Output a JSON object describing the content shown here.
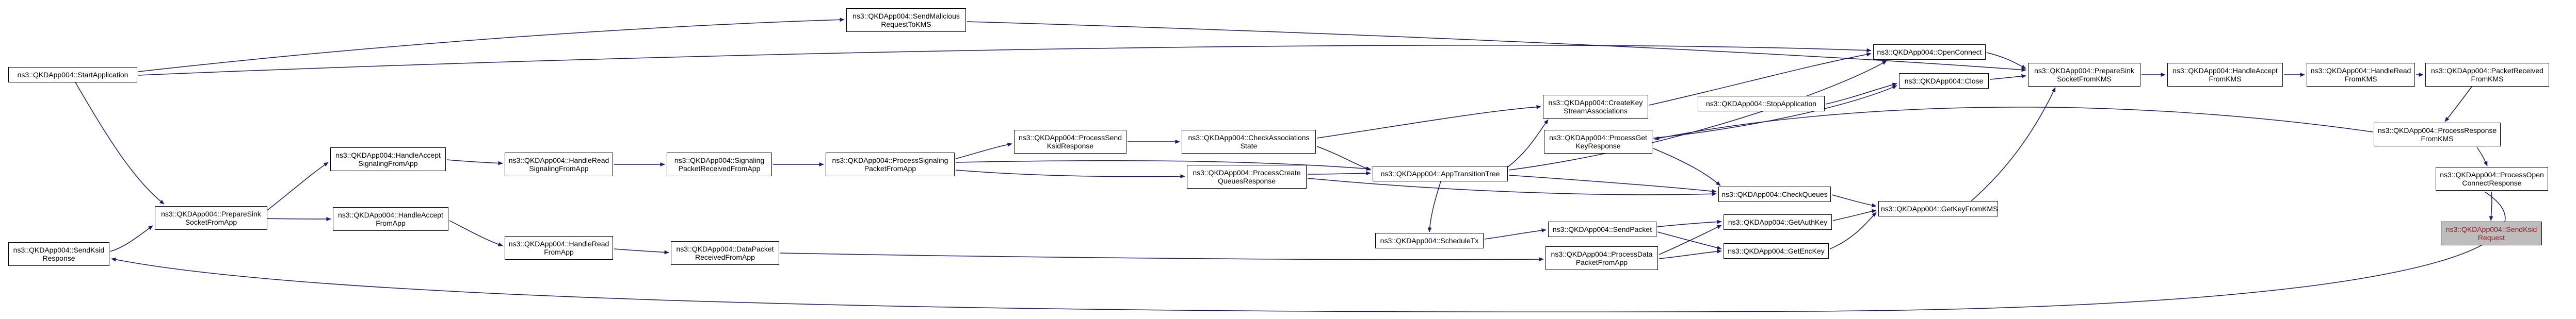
{
  "meta": {
    "graph_kind": "doxygen-caller-graph",
    "namespace": "ns3",
    "class": "QKDApp004",
    "focal_function": "ns3::QKDApp004::SendKsidRequest"
  },
  "colors": {
    "background": "#ffffff",
    "edge": "#191970",
    "node_border": "#000000",
    "node_background": "#ffffff",
    "focal_background": "#bdbdbd",
    "focal_text": "#9e1a1a"
  },
  "graph": {
    "nodes": {
      "start": {
        "label": "ns3::QKDApp004::StartApplication"
      },
      "send_ksid_response": {
        "label": "ns3::QKDApp004::SendKsid\nResponse"
      },
      "prepare_sink_socket_from_app": {
        "label": "ns3::QKDApp004::PrepareSink\nSocketFromApp"
      },
      "handle_accept_signaling_from_app": {
        "label": "ns3::QKDApp004::HandleAccept\nSignalingFromApp"
      },
      "handle_read_signaling_from_app": {
        "label": "ns3::QKDApp004::HandleRead\nSignalingFromApp"
      },
      "signaling_packet_received_from_app": {
        "label": "ns3::QKDApp004::Signaling\nPacketReceivedFromApp"
      },
      "process_signaling_packet_from_app": {
        "label": "ns3::QKDApp004::ProcessSignaling\nPacketFromApp"
      },
      "handle_accept_from_app": {
        "label": "ns3::QKDApp004::HandleAccept\nFromApp"
      },
      "handle_read_from_app": {
        "label": "ns3::QKDApp004::HandleRead\nFromApp"
      },
      "data_packet_received_from_app": {
        "label": "ns3::QKDApp004::DataPacket\nReceivedFromApp"
      },
      "process_data_packet_from_app": {
        "label": "ns3::QKDApp004::ProcessData\nPacketFromApp"
      },
      "send_malicious_request_to_kms": {
        "label": "ns3::QKDApp004::SendMalicious\nRequestToKMS"
      },
      "process_send_ksid_response": {
        "label": "ns3::QKDApp004::ProcessSend\nKsidResponse"
      },
      "check_associations_state": {
        "label": "ns3::QKDApp004::CheckAssociations\nState"
      },
      "process_create_queues_response": {
        "label": "ns3::QKDApp004::ProcessCreate\nQueuesResponse"
      },
      "app_transition_tree": {
        "label": "ns3::QKDApp004::AppTransitionTree"
      },
      "schedule_tx": {
        "label": "ns3::QKDApp004::ScheduleTx"
      },
      "create_key_stream_associations": {
        "label": "ns3::QKDApp004::CreateKey\nStreamAssociations"
      },
      "process_get_key_response": {
        "label": "ns3::QKDApp004::ProcessGet\nKeyResponse"
      },
      "send_packet": {
        "label": "ns3::QKDApp004::SendPacket"
      },
      "stop_application": {
        "label": "ns3::QKDApp004::StopApplication"
      },
      "check_queues": {
        "label": "ns3::QKDApp004::CheckQueues"
      },
      "get_auth_key": {
        "label": "ns3::QKDApp004::GetAuthKey"
      },
      "get_enc_key": {
        "label": "ns3::QKDApp004::GetEncKey"
      },
      "open_connect": {
        "label": "ns3::QKDApp004::OpenConnect"
      },
      "close": {
        "label": "ns3::QKDApp004::Close"
      },
      "get_key_from_kms": {
        "label": "ns3::QKDApp004::GetKeyFromKMS"
      },
      "prepare_sink_socket_from_kms": {
        "label": "ns3::QKDApp004::PrepareSink\nSocketFromKMS"
      },
      "handle_accept_from_kms": {
        "label": "ns3::QKDApp004::HandleAccept\nFromKMS"
      },
      "handle_read_from_kms": {
        "label": "ns3::QKDApp004::HandleRead\nFromKMS"
      },
      "packet_received_from_kms": {
        "label": "ns3::QKDApp004::PacketReceived\nFromKMS"
      },
      "process_response_from_kms": {
        "label": "ns3::QKDApp004::ProcessResponse\nFromKMS"
      },
      "process_open_connect_response": {
        "label": "ns3::QKDApp004::ProcessOpen\nConnectResponse"
      },
      "send_ksid_request": {
        "label": "ns3::QKDApp004::SendKsid\nRequest"
      }
    },
    "edges": [
      [
        "start",
        "send_malicious_request_to_kms"
      ],
      [
        "start",
        "open_connect"
      ],
      [
        "start",
        "prepare_sink_socket_from_app"
      ],
      [
        "send_ksid_response",
        "prepare_sink_socket_from_app"
      ],
      [
        "prepare_sink_socket_from_app",
        "handle_accept_signaling_from_app"
      ],
      [
        "prepare_sink_socket_from_app",
        "handle_accept_from_app"
      ],
      [
        "handle_accept_signaling_from_app",
        "handle_read_signaling_from_app"
      ],
      [
        "handle_read_signaling_from_app",
        "signaling_packet_received_from_app"
      ],
      [
        "signaling_packet_received_from_app",
        "process_signaling_packet_from_app"
      ],
      [
        "handle_accept_from_app",
        "handle_read_from_app"
      ],
      [
        "handle_read_from_app",
        "data_packet_received_from_app"
      ],
      [
        "data_packet_received_from_app",
        "process_data_packet_from_app"
      ],
      [
        "process_signaling_packet_from_app",
        "process_send_ksid_response"
      ],
      [
        "process_signaling_packet_from_app",
        "process_create_queues_response"
      ],
      [
        "process_signaling_packet_from_app",
        "app_transition_tree"
      ],
      [
        "process_send_ksid_response",
        "check_associations_state"
      ],
      [
        "check_associations_state",
        "app_transition_tree"
      ],
      [
        "check_associations_state",
        "create_key_stream_associations"
      ],
      [
        "process_create_queues_response",
        "app_transition_tree"
      ],
      [
        "process_create_queues_response",
        "check_queues"
      ],
      [
        "app_transition_tree",
        "create_key_stream_associations"
      ],
      [
        "app_transition_tree",
        "check_queues"
      ],
      [
        "app_transition_tree",
        "schedule_tx"
      ],
      [
        "app_transition_tree",
        "open_connect"
      ],
      [
        "create_key_stream_associations",
        "open_connect"
      ],
      [
        "stop_application",
        "close"
      ],
      [
        "process_get_key_response",
        "close"
      ],
      [
        "process_get_key_response",
        "check_queues"
      ],
      [
        "open_connect",
        "prepare_sink_socket_from_kms"
      ],
      [
        "close",
        "prepare_sink_socket_from_kms"
      ],
      [
        "get_key_from_kms",
        "prepare_sink_socket_from_kms"
      ],
      [
        "check_queues",
        "get_key_from_kms"
      ],
      [
        "get_auth_key",
        "get_key_from_kms"
      ],
      [
        "get_enc_key",
        "get_key_from_kms"
      ],
      [
        "schedule_tx",
        "send_packet"
      ],
      [
        "send_packet",
        "get_auth_key"
      ],
      [
        "send_packet",
        "get_enc_key"
      ],
      [
        "process_data_packet_from_app",
        "get_auth_key"
      ],
      [
        "process_data_packet_from_app",
        "get_enc_key"
      ],
      [
        "send_malicious_request_to_kms",
        "prepare_sink_socket_from_kms"
      ],
      [
        "prepare_sink_socket_from_kms",
        "handle_accept_from_kms"
      ],
      [
        "handle_accept_from_kms",
        "handle_read_from_kms"
      ],
      [
        "handle_read_from_kms",
        "packet_received_from_kms"
      ],
      [
        "packet_received_from_kms",
        "process_response_from_kms"
      ],
      [
        "process_response_from_kms",
        "process_open_connect_response"
      ],
      [
        "process_response_from_kms",
        "process_get_key_response"
      ],
      [
        "process_open_connect_response",
        "send_ksid_request"
      ],
      [
        "process_open_connect_response",
        "send_ksid_response"
      ]
    ]
  }
}
